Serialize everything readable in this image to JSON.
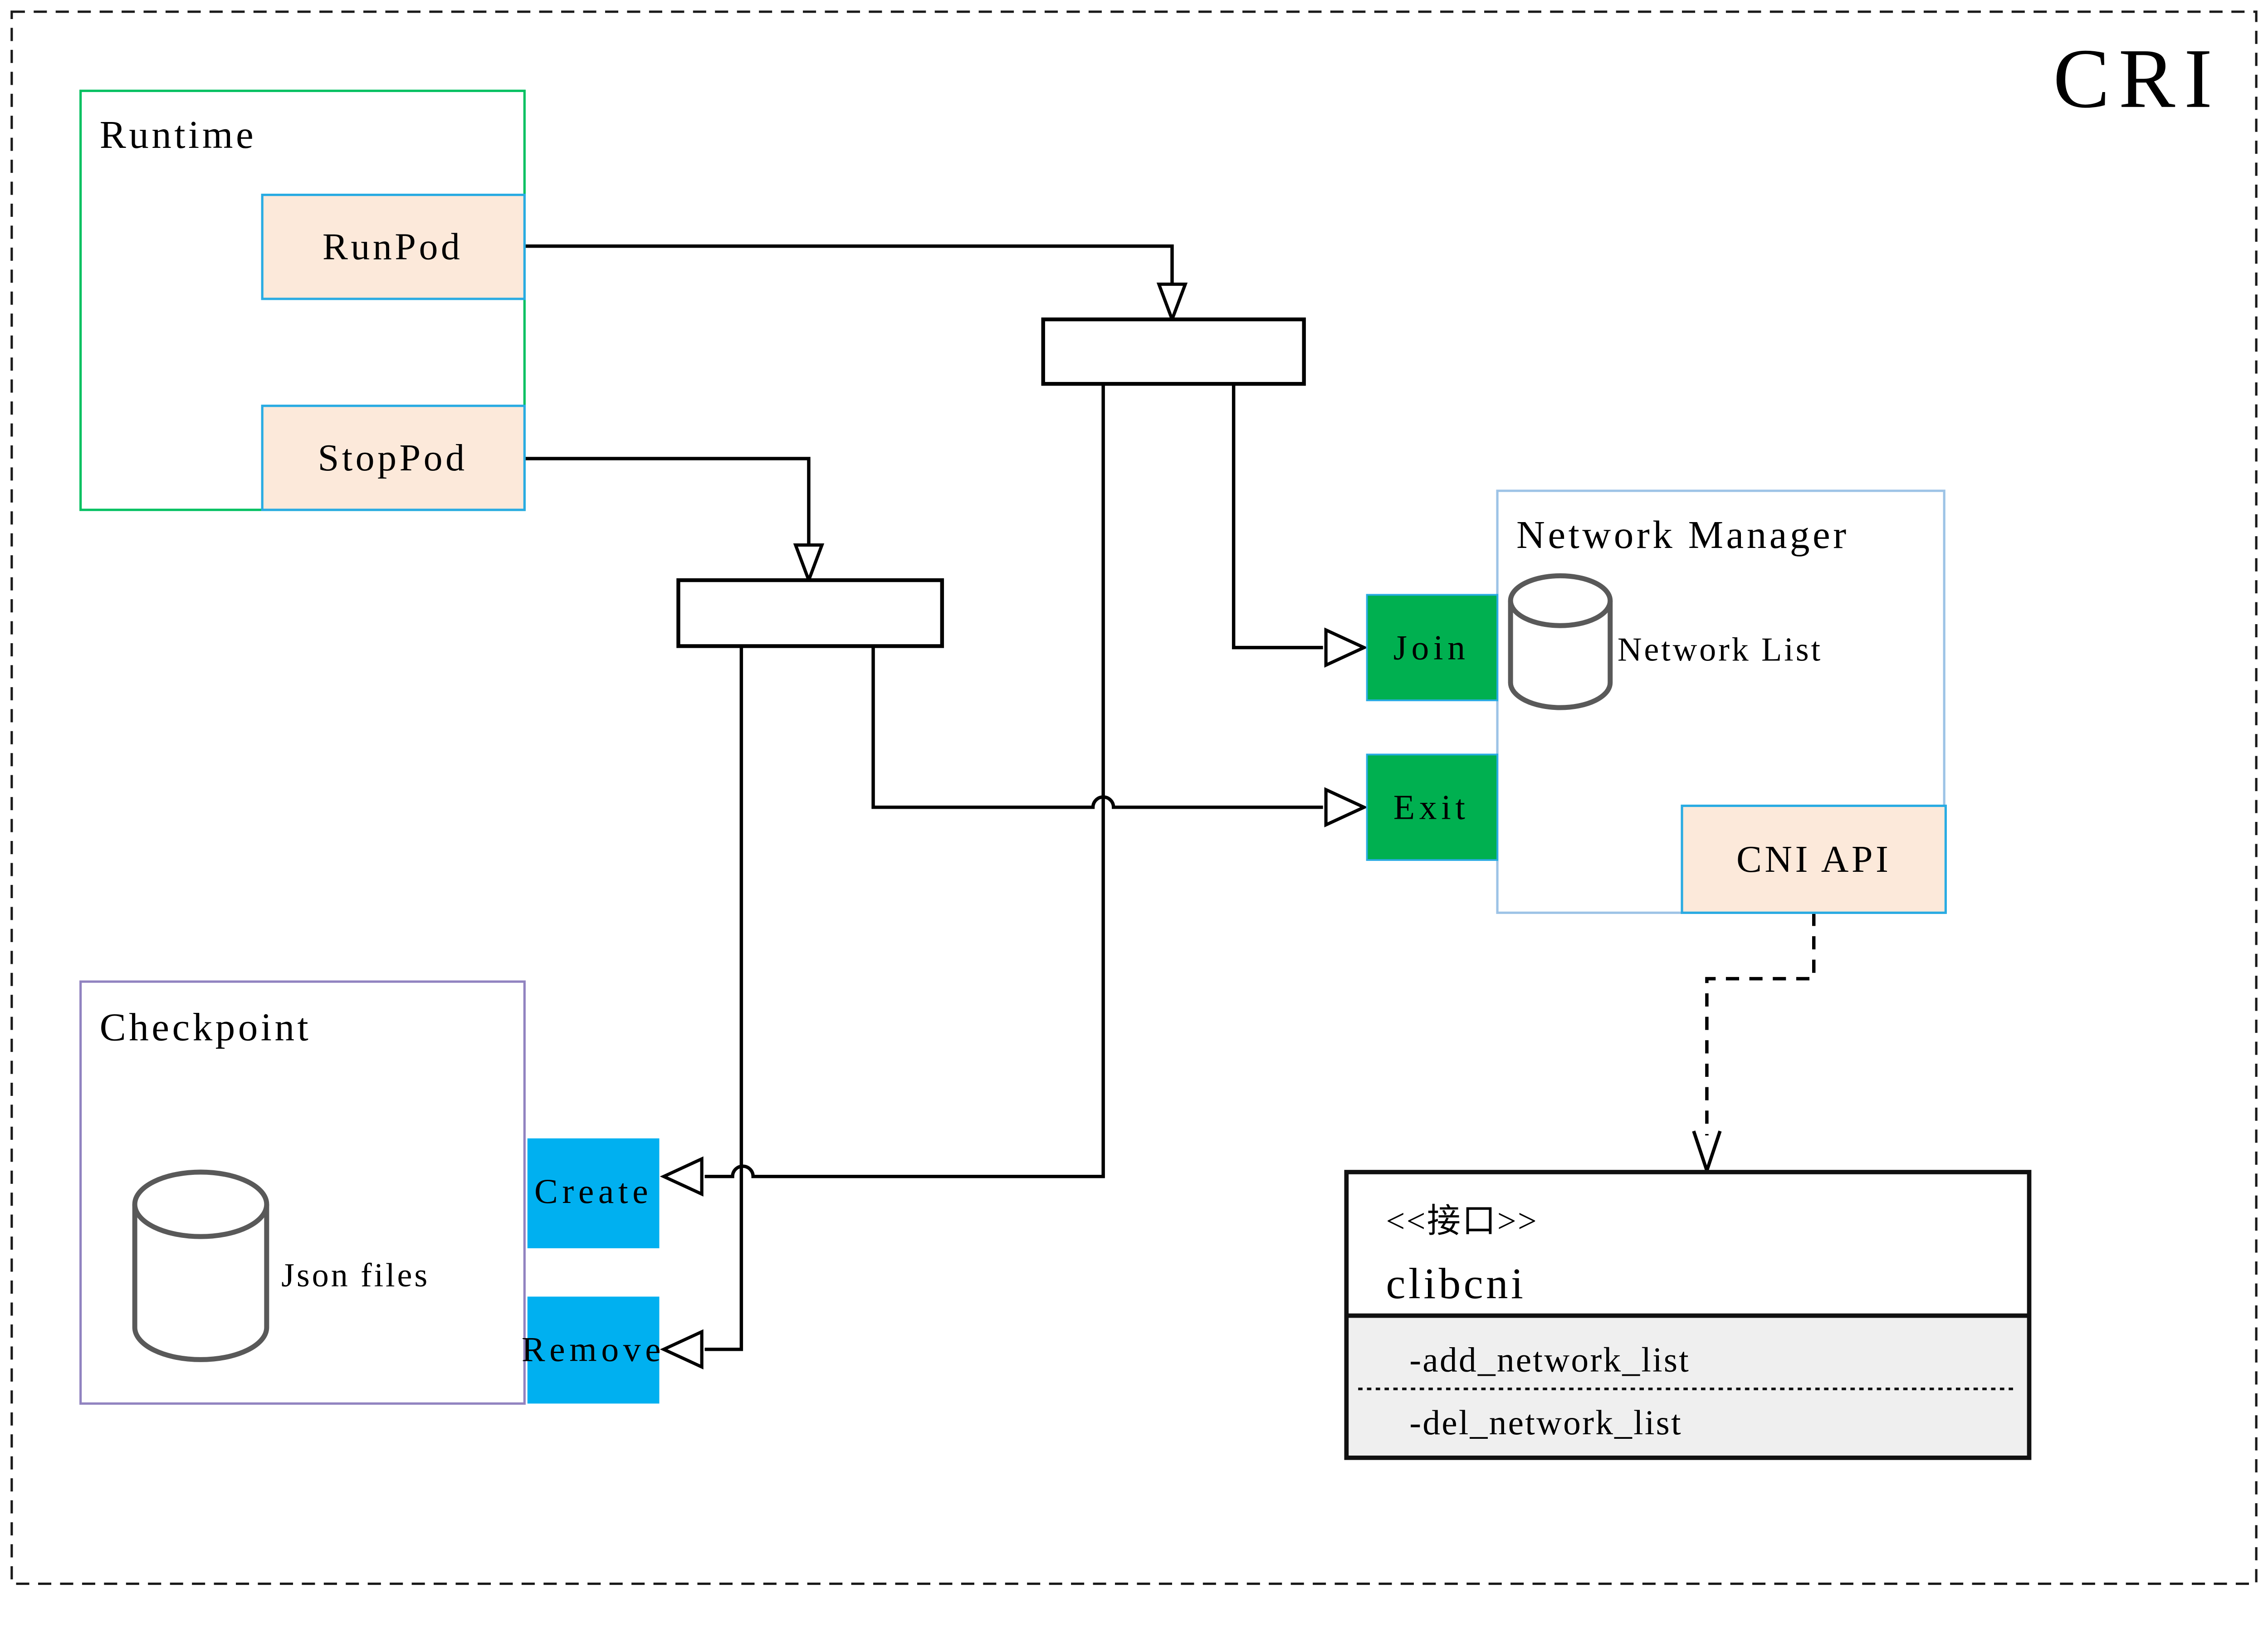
{
  "title": {
    "label": "CRI"
  },
  "runtime": {
    "label": "Runtime",
    "runpod_label": "RunPod",
    "stoppod_label": "StopPod"
  },
  "network_manager": {
    "label": "Network Manager",
    "network_list_label": "Network List",
    "join_label": "Join",
    "exit_label": "Exit",
    "cni_api_label": "CNI API"
  },
  "checkpoint": {
    "label": "Checkpoint",
    "json_files_label": "Json files",
    "create_label": "Create",
    "remove_label": "Remove"
  },
  "clibcni": {
    "stereotype": "<<接口>>",
    "name": "clibcni",
    "methods": [
      "-add_network_list",
      "-del_network_list"
    ]
  },
  "colors": {
    "title_gold": "#8a6c05",
    "green_fill": "#00b050",
    "cyan_fill": "#00b0f0",
    "peach_fill": "#fce9da",
    "blue_border": "#29abe2",
    "runtime_border": "#00c060",
    "checkpoint_border": "#9183c0",
    "network_manager_border": "#9dc3e6",
    "cylinder_gray": "#595959",
    "methods_bg": "#efefef"
  }
}
